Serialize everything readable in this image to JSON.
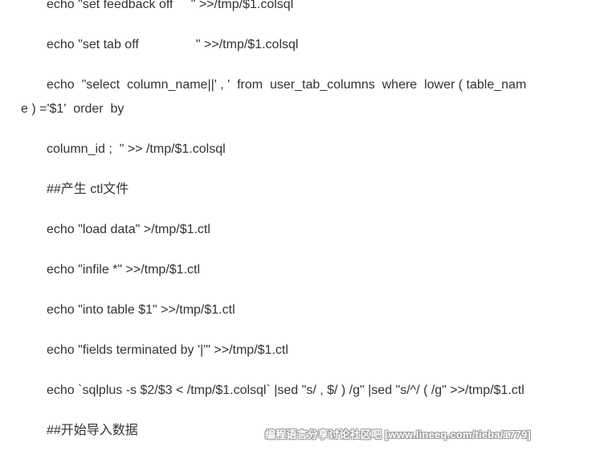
{
  "document": {
    "lines": [
      "echo \"set feedback off     \" >>/tmp/$1.colsql",
      "echo \"set tab off                \" >>/tmp/$1.colsql",
      "echo  \"select  column_name||' , '  from  user_tab_columns  where  lower ( table_nam",
      "e ) ='$1'  order  by",
      "column_id ;  \" >> /tmp/$1.colsql",
      "##产生 ctl文件",
      "echo \"load data\" >/tmp/$1.ctl",
      "echo \"infile *\" >>/tmp/$1.ctl",
      "echo \"into table $1\" >>/tmp/$1.ctl",
      "echo \"fields terminated by '|'\" >>/tmp/$1.ctl",
      "echo `sqlplus -s $2/$3 < /tmp/$1.colsql` |sed \"s/ , $/ ) /g\" |sed \"s/^/ ( /g\" >>/tmp/$1.ctl",
      "##开始导入数据"
    ]
  },
  "watermark": {
    "text": "编程语言分享讨论社区吧 [www.lineeq.com/tieba/1779]"
  }
}
